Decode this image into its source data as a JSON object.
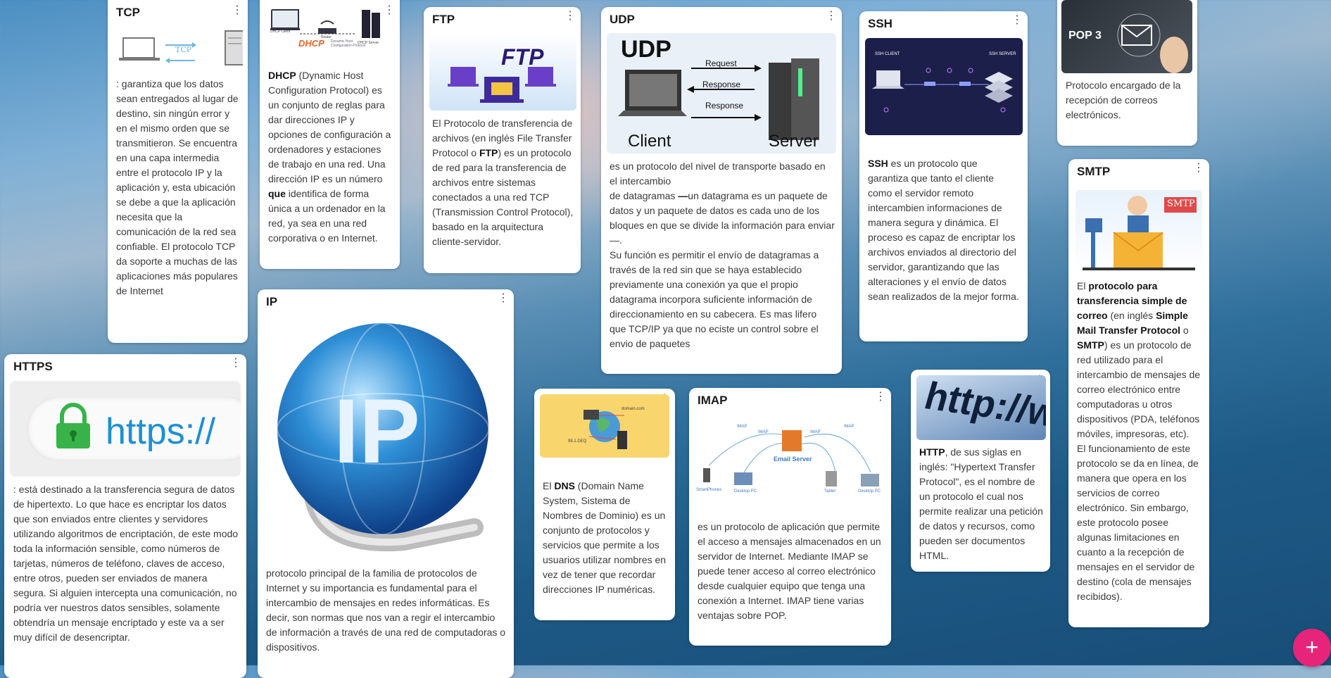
{
  "menu_glyph": "⋮",
  "add_button_label": "+",
  "cards": {
    "tcp": {
      "title": "TCP",
      "image_text": "TCP",
      "body": ":   garantiza que los datos sean entregados al lugar de destino, sin ningún error y en el mismo orden que se transmitieron. Se encuentra en una capa intermedia entre el protocolo IP y la aplicación y, esta ubicación se debe a que la aplicación necesita que la comunicación de la red sea confiable. El protocolo TCP da soporte a muchas de las aplicaciones más populares de Internet"
    },
    "dhcp": {
      "image_text": "DHCP",
      "image_caption": "Dynamic Host Configuration Protocol",
      "image_labels": [
        "DHCP Client",
        "Router",
        "DHCP Server"
      ],
      "body_bold": "DHCP",
      "body_1": " (Dynamic Host Configuration Protocol) es un conjunto de reglas para dar direcciones IP y opciones de configuración a ordenadores y estaciones de trabajo en una red. Una dirección IP es un número ",
      "body_bold2": "que",
      "body_2": " identifica de forma única a un ordenador en la red, ya sea en una red corporativa o en Internet."
    },
    "ftp": {
      "title": "FTP",
      "image_text": "FTP",
      "body_1": "El Protocolo de transferencia de archivos (en inglés File Transfer Protocol o ",
      "body_bold": "FTP",
      "body_2": ") es un protocolo de red para la transferencia de archivos entre sistemas conectados a una red TCP (Transmission Control Protocol), basado en la arquitectura cliente-servidor."
    },
    "udp": {
      "title": "UDP",
      "image": {
        "heading": "UDP",
        "request": "Request",
        "response1": "Response",
        "response2": "Response",
        "client": "Client",
        "server": "Server"
      },
      "body_1": "es un protocolo del nivel de transporte basado en el intercambio",
      "body_2": " de datagramas ",
      "body_bold": "—",
      "body_3": "un datagrama es un paquete de datos y un paquete de datos es cada uno de los bloques en que se divide la información para enviar—.",
      "body_4": " Su función es permitir el envío de datagramas a través de la red sin que se haya establecido previamente una conexión ya que el propio datagrama incorpora suficiente información de direccionamiento en su cabecera. Es mas lifero que TCP/IP ya que no eciste un control sobre el envio de paquetes"
    },
    "ssh": {
      "title": "SSH",
      "image": {
        "client": "SSH CLIENT",
        "server": "SSH SERVER"
      },
      "body_bold": "SSH",
      "body_1": " es un protocolo que garantiza que tanto el cliente como el servidor remoto intercambien informaciones de manera segura y dinámica. El proceso es capaz de encriptar los archivos enviados al directorio del servidor, garantizando que las alteraciones y el envío de datos sean realizados de la mejor forma."
    },
    "pop3": {
      "image_text": "POP 3",
      "body": "Protocolo encargado de la recepción de correos electrónicos."
    },
    "smtp": {
      "title": "SMTP",
      "image_text": "SMTP",
      "body_1": "El ",
      "body_bold": "protocolo para transferencia simple de correo",
      "body_2": " (en inglés ",
      "body_bold2": "Simple Mail Transfer Protocol",
      "body_3": " o ",
      "body_bold3": "SMTP",
      "body_4": ") es un protocolo de red utilizado para el intercambio de mensajes de correo electrónico entre computadoras u otros dispositivos (PDA, teléfonos móviles, impresoras, etc).",
      "body_5": "El funcionamiento de este protocolo se da en línea, de manera que opera en los servicios de correo electrónico. Sin embargo, este protocolo posee algunas limitaciones en cuanto a la recepción de mensajes en el servidor de destino (cola de mensajes recibidos)."
    },
    "https": {
      "title": "HTTPS",
      "image_text": "https://",
      "body": ": está destinado a la transferencia segura de datos de hipertexto. Lo que hace es encriptar los datos que son enviados entre clientes y servidores utilizando algoritmos de encriptación, de este modo toda la información sensible, como números de tarjetas, números de teléfono, claves de acceso, entre otros, pueden ser enviados de manera segura. Si alguien intercepta una comunicación, no podría ver nuestros datos sensibles, solamente obtendría un mensaje encriptado y este va a ser muy difícil de desencriptar."
    },
    "ip": {
      "title": "IP",
      "image_text": "IP",
      "body": "protocolo principal de la familia de protocolos de Internet y su importancia es fundamental para el intercambio de mensajes en redes informáticas. Es decir, son normas que nos van a regir el intercambio de información a través de una red de computadoras o dispositivos."
    },
    "dns": {
      "image_labels": [
        "domain.com",
        "98.1.DEQ"
      ],
      "body_1": "El ",
      "body_bold": "DNS",
      "body_2": " (Domain Name System, Sistema de Nombres de Dominio) es un conjunto de protocolos y servicios que permite a los usuarios utilizar nombres en vez de tener que recordar direcciones IP numéricas."
    },
    "imap": {
      "title": "IMAP",
      "image_labels": [
        "Email Server",
        "IMAP",
        "IMAP",
        "IMAP",
        "IMAP",
        "SmartPhones",
        "Desktop PC",
        "Tablet",
        "Desktop PC"
      ],
      "body": " es un protocolo de aplicación que permite el acceso a mensajes almacenados en un servidor de Internet. Mediante IMAP se puede tener acceso al correo electrónico desde cualquier equipo que tenga una conexión a Internet. IMAP tiene varias ventajas sobre POP."
    },
    "http": {
      "image_text": "http://ww",
      "body_bold": "HTTP",
      "body_1": ", de sus siglas en inglés: \"Hypertext Transfer Protocol\", es el nombre de un protocolo el cual nos permite realizar una petición de datos y recursos, como pueden ser documentos HTML."
    }
  }
}
